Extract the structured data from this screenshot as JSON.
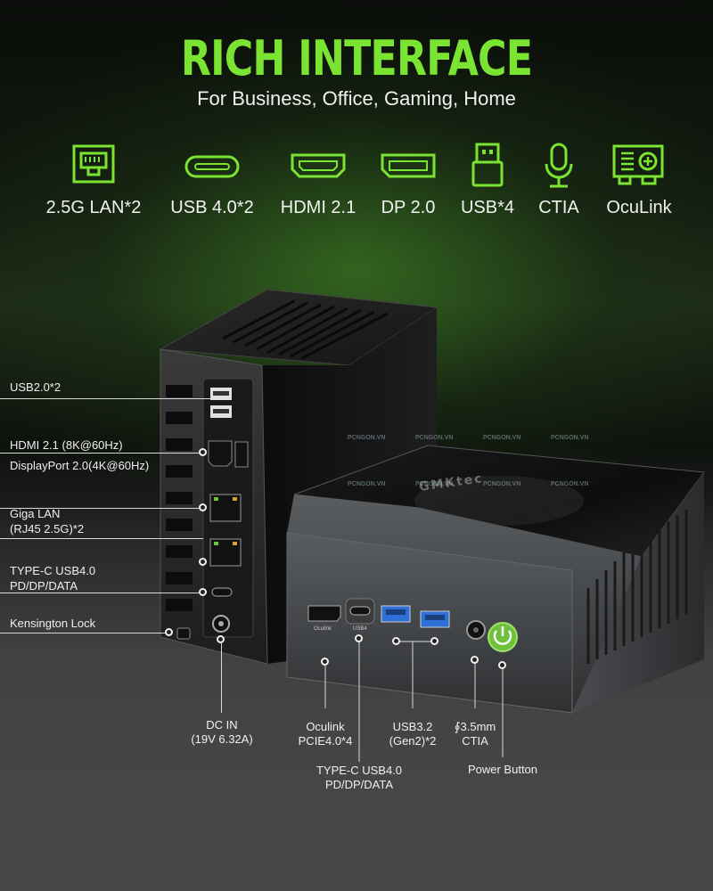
{
  "header": {
    "title": "RICH INTERFACE",
    "subtitle": "For Business, Office, Gaming, Home"
  },
  "colors": {
    "accent": "#7be332",
    "power_button": "#6cc23a"
  },
  "ports": [
    {
      "icon": "ethernet-icon",
      "label": "2.5G LAN*2"
    },
    {
      "icon": "usb-c-icon",
      "label": "USB 4.0*2"
    },
    {
      "icon": "hdmi-icon",
      "label": "HDMI 2.1"
    },
    {
      "icon": "displayport-icon",
      "label": "DP 2.0"
    },
    {
      "icon": "usb-a-icon",
      "label": "USB*4"
    },
    {
      "icon": "microphone-icon",
      "label": "CTIA"
    },
    {
      "icon": "oculink-icon",
      "label": "OcuLink"
    }
  ],
  "rear_callouts": {
    "usb2": "USB2.0*2",
    "hdmi": "HDMI 2.1 (8K@60Hz)",
    "dp": "DisplayPort 2.0(4K@60Hz)",
    "lan_1": "Giga LAN",
    "lan_2": "(RJ45 2.5G)*2",
    "typec_1": "TYPE-C USB4.0",
    "typec_2": "PD/DP/DATA",
    "kensington": "Kensington Lock"
  },
  "front_callouts": {
    "dcin_1": "DC IN",
    "dcin_2": "(19V 6.32A)",
    "oculink_1": "Oculink",
    "oculink_2": "PCIE4.0*4",
    "typec_1": "TYPE-C USB4.0",
    "typec_2": "PD/DP/DATA",
    "usb32_1": "USB3.2",
    "usb32_2": "(Gen2)*2",
    "audio_1": "∮3.5mm",
    "audio_2": "CTIA",
    "power": "Power Button"
  },
  "device_text": {
    "brand": "GMKtec",
    "front_port_oculink": "Oculink",
    "front_port_usb4": "USB4",
    "watermark": "PCNGON.VN"
  }
}
